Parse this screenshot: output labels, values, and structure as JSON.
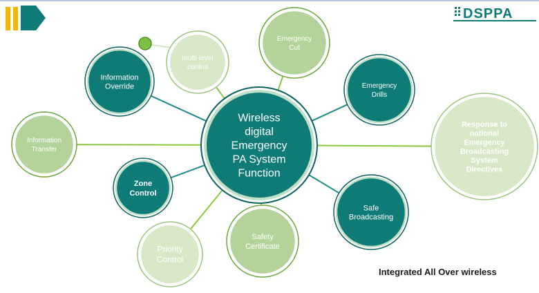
{
  "brand": {
    "logo_text": "DSPPA",
    "colors": {
      "dark": "#0f7b76",
      "light": "#b4d39a",
      "pale": "#d6e8c6",
      "accent": "#f4b400",
      "line_dark": "#1e8a86",
      "line_light": "#8cc63f"
    }
  },
  "center": {
    "lines": [
      "Wireless",
      "digital",
      "Emergency",
      "PA System",
      "Function"
    ]
  },
  "nodes": [
    {
      "id": "information-override",
      "lines": [
        "Information",
        "Override"
      ],
      "style": "dark"
    },
    {
      "id": "multi-level-control",
      "lines": [
        "multi-level",
        "control"
      ],
      "style": "pale"
    },
    {
      "id": "emergency-cut",
      "lines": [
        "Emergency",
        "Cut"
      ],
      "style": "light"
    },
    {
      "id": "emergency-drills",
      "lines": [
        "Emergency",
        "Drills"
      ],
      "style": "dark"
    },
    {
      "id": "response-national",
      "lines": [
        "Response to",
        "national",
        "Emergency",
        "Broadcasting",
        "System",
        "Directives"
      ],
      "style": "pale"
    },
    {
      "id": "safe-broadcasting",
      "lines": [
        "Safe",
        "Broadcasting"
      ],
      "style": "dark"
    },
    {
      "id": "safety-certificate",
      "lines": [
        "Safety",
        "Certificate"
      ],
      "style": "light"
    },
    {
      "id": "priority-control",
      "lines": [
        "Priority",
        "Control"
      ],
      "style": "pale"
    },
    {
      "id": "zone-control",
      "lines": [
        "Zone",
        "Control"
      ],
      "style": "dark"
    },
    {
      "id": "information-transfer",
      "lines": [
        "Information",
        "Transfer"
      ],
      "style": "light"
    }
  ],
  "footer": {
    "text": "Integrated All Over wireless"
  }
}
